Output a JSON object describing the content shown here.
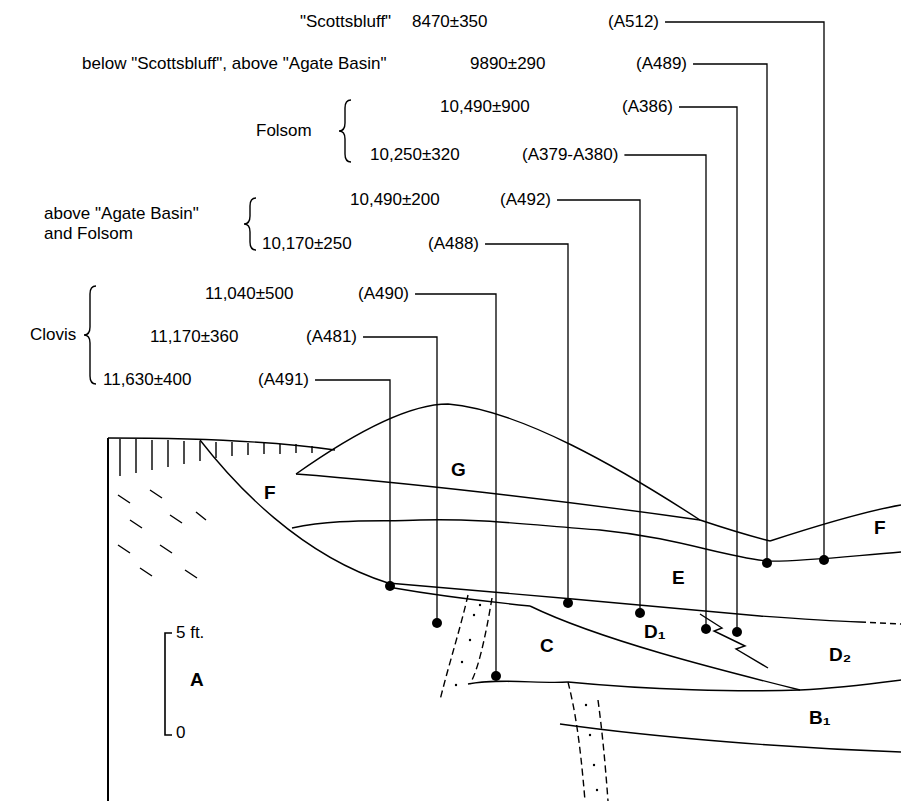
{
  "diagram": {
    "labels": [
      "\"Scottsbluff\"",
      "8470±350",
      "(A512)",
      "below \"Scottsbluff\", above \"Agate Basin\"",
      "9890±290",
      "(A489)",
      "Folsom",
      "10,490±900",
      "(A386)",
      "10,250±320",
      "(A379-A380)",
      "above \"Agate Basin\" and Folsom",
      "10,490±200",
      "(A492)",
      "10,170±250",
      "(A488)",
      "Clovis",
      "11,040±500",
      "(A490)",
      "11,170±360",
      "(A481)",
      "11,630±400",
      "(A491)",
      "G",
      "F",
      "F",
      "E",
      "C",
      "D₁",
      "D₂",
      "A",
      "B₁",
      "5 ft.",
      "0"
    ]
  }
}
